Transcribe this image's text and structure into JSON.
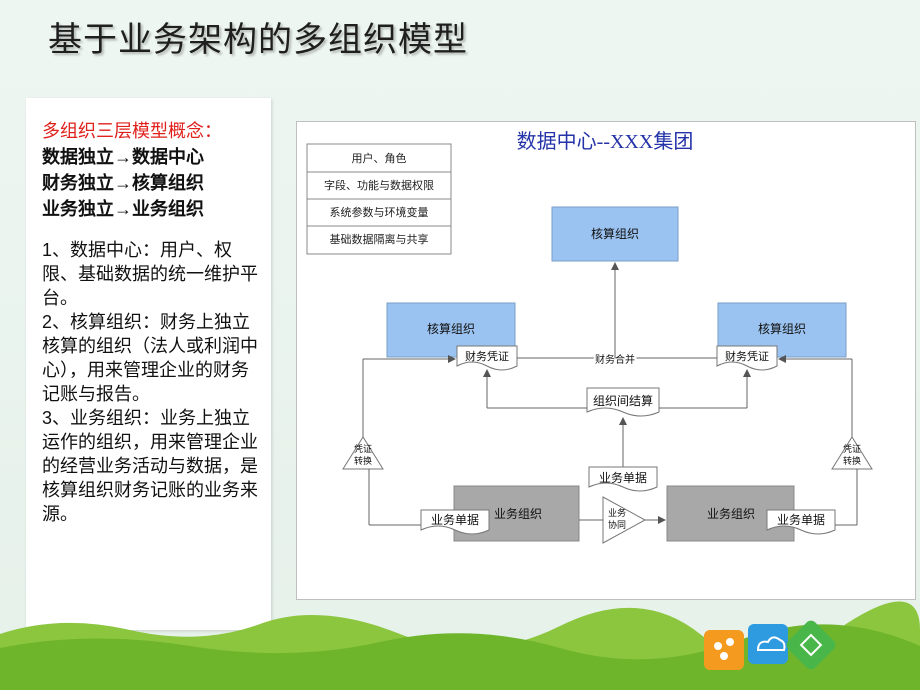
{
  "slide": {
    "title": "基于业务架构的多组织模型"
  },
  "left_panel": {
    "concept_heading": "多组织三层模型概念：",
    "principles": [
      "数据独立→数据中心",
      "财务独立→核算组织",
      "业务独立→业务组织"
    ],
    "body": "1、数据中心：用户、权限、基础数据的统一维护平台。\n2、核算组织：财务上独立核算的组织（法人或利润中心），用来管理企业的财务记账与报告。\n3、业务组织：业务上独立运作的组织，用来管理企业的经营业务活动与数据，是核算组织财务记账的业务来源。"
  },
  "diagram": {
    "title": "数据中心--XXX集团",
    "legend": [
      "用户、角色",
      "字段、功能与数据权限",
      "系统参数与环境变量",
      "基础数据隔离与共享"
    ],
    "top_org": "核算组织",
    "left_acct_org": "核算组织",
    "right_acct_org": "核算组织",
    "left_voucher": "财务凭证",
    "right_voucher": "财务凭证",
    "consolidation": "财务合并",
    "intercompany": "组织间结算",
    "left_convert": [
      "凭证",
      "转换"
    ],
    "right_convert": [
      "凭证",
      "转换"
    ],
    "center_doc": "业务单据",
    "left_biz_org": "业务组织",
    "right_biz_org": "业务组织",
    "left_doc": "业务单据",
    "right_doc": "业务单据",
    "collab": [
      "业务",
      "协同"
    ]
  },
  "colors": {
    "blue_box": "#9bc3f1",
    "gray_box": "#a8a8a8",
    "title_blue": "#2433a8",
    "accent_red": "#e0201b"
  }
}
